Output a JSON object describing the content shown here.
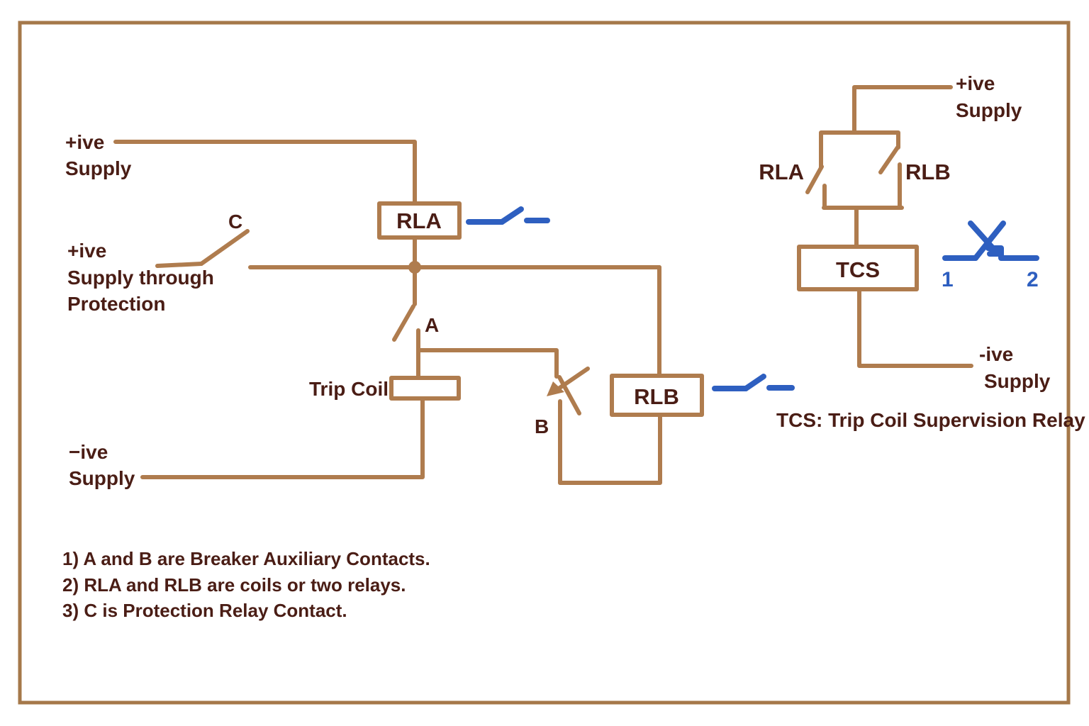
{
  "colors": {
    "wire_brown": "#af7c4e",
    "text_maroon": "#4a1d15",
    "contact_blue": "#2e5fc0",
    "border_brown": "#a5784a",
    "background": "#ffffff"
  },
  "left": {
    "supply_pos_top": {
      "l1": "+ive",
      "l2": "Supply"
    },
    "supply_pos_prot": {
      "l1": "+ive",
      "l2": "Supply through",
      "l3": "Protection"
    },
    "supply_neg": {
      "l1": "−ive",
      "l2": "Supply"
    },
    "rla": "RLA",
    "rlb": "RLB",
    "trip_coil": "Trip Coil",
    "contact_c": "C",
    "contact_a": "A",
    "contact_b": "B"
  },
  "right": {
    "supply_pos": {
      "l1": "+ive",
      "l2": "Supply"
    },
    "supply_neg": {
      "l1": "-ive",
      "l2": "Supply"
    },
    "rla": "RLA",
    "rlb": "RLB",
    "tcs": "TCS",
    "terminal1": "1",
    "terminal2": "2",
    "caption": "TCS: Trip Coil Supervision Relay"
  },
  "notes": [
    "1) A and B are Breaker Auxiliary Contacts.",
    "2) RLA and RLB are coils or two relays.",
    "3) C is Protection Relay Contact."
  ]
}
